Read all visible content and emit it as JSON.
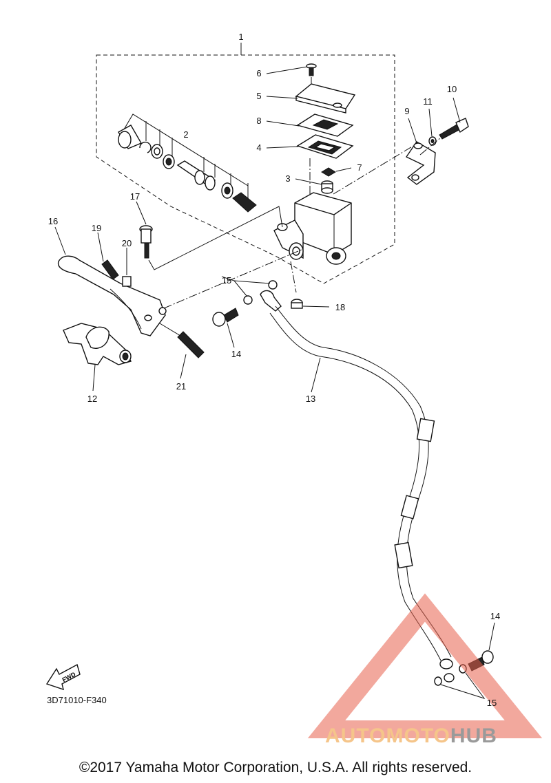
{
  "diagram": {
    "callouts": {
      "c1": "1",
      "c2": "2",
      "c3": "3",
      "c4": "4",
      "c5": "5",
      "c6": "6",
      "c7": "7",
      "c8": "8",
      "c9": "9",
      "c10": "10",
      "c11": "11",
      "c12": "12",
      "c13": "13",
      "c14a": "14",
      "c14b": "14",
      "c15a": "15",
      "c15b": "15",
      "c16": "16",
      "c17": "17",
      "c18": "18",
      "c19": "19",
      "c20": "20",
      "c21": "21"
    },
    "fwd_label": "FWD",
    "drawing_code": "3D71010-F340"
  },
  "footer": {
    "copyright": "©2017 Yamaha Motor Corporation, U.S.A. All rights reserved."
  },
  "watermark": {
    "part1": "AUTOMOTO",
    "part2": "HUB",
    "color_primary": "#f5c58a",
    "color_secondary": "#9a9a9a",
    "triangle_color": "#e8604c"
  }
}
